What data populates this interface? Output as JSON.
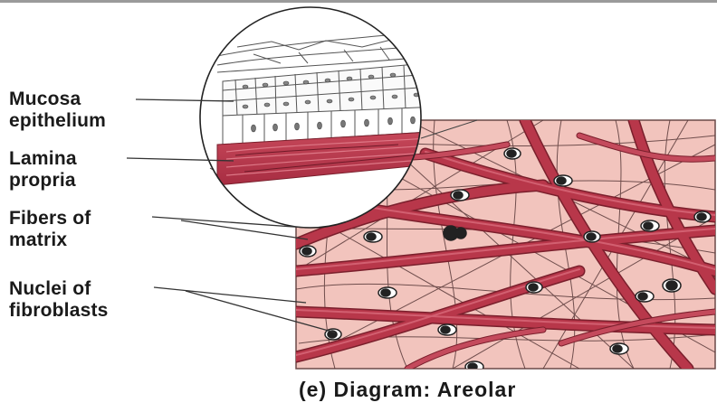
{
  "labels": {
    "mucosa": "Mucosa\nepithelium",
    "lamina": "Lamina\npropria",
    "fibers": "Fibers of\nmatrix",
    "nuclei": "Nuclei of\nfibroblasts"
  },
  "caption": "(e) Diagram: Areolar",
  "colors": {
    "tissue_background": "#f2c4bd",
    "collagen_fiber": "#b8374a",
    "fiber_outline": "#7a1f2c",
    "thin_fiber": "#5a3a3a",
    "nucleus": "#222222",
    "epithelium_fill": "#ffffff",
    "leader_line": "#333333"
  }
}
